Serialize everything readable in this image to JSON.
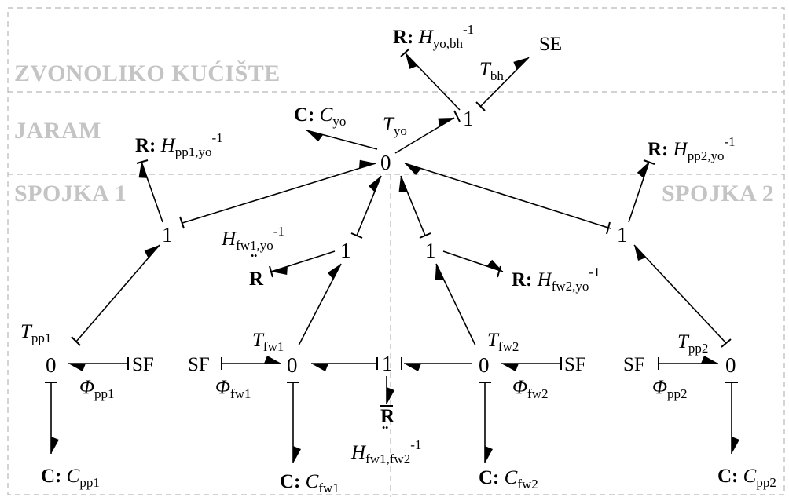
{
  "regions": {
    "bell_housing": "ZVONOLIKO KUĆIŠTE",
    "yoke": "JARAM",
    "coupling_1": "SPOJKA 1",
    "coupling_2": "SPOJKA 2"
  },
  "junctions": {
    "zero": "0",
    "one": "1"
  },
  "source_labels": {
    "SE": "SE",
    "SF": "SF"
  },
  "element_prefixes": {
    "R": "R:",
    "C": "C:",
    "R_dot": "R"
  },
  "symbols": {
    "H": "H",
    "T": "T",
    "C": "C",
    "Phi": "Φ",
    "inv": "-1",
    "ddot": "¨"
  },
  "subscripts": {
    "yo_bh": "yo,bh",
    "bh": "bh",
    "yo": "yo",
    "pp1_yo": "pp1,yo",
    "pp2_yo": "pp2,yo",
    "fw1_yo": "fw1,yo",
    "fw2_yo": "fw2,yo",
    "pp1": "pp1",
    "fw1": "fw1",
    "fw2": "fw2",
    "pp2": "pp2",
    "fw1_fw2": "fw1,fw2"
  }
}
